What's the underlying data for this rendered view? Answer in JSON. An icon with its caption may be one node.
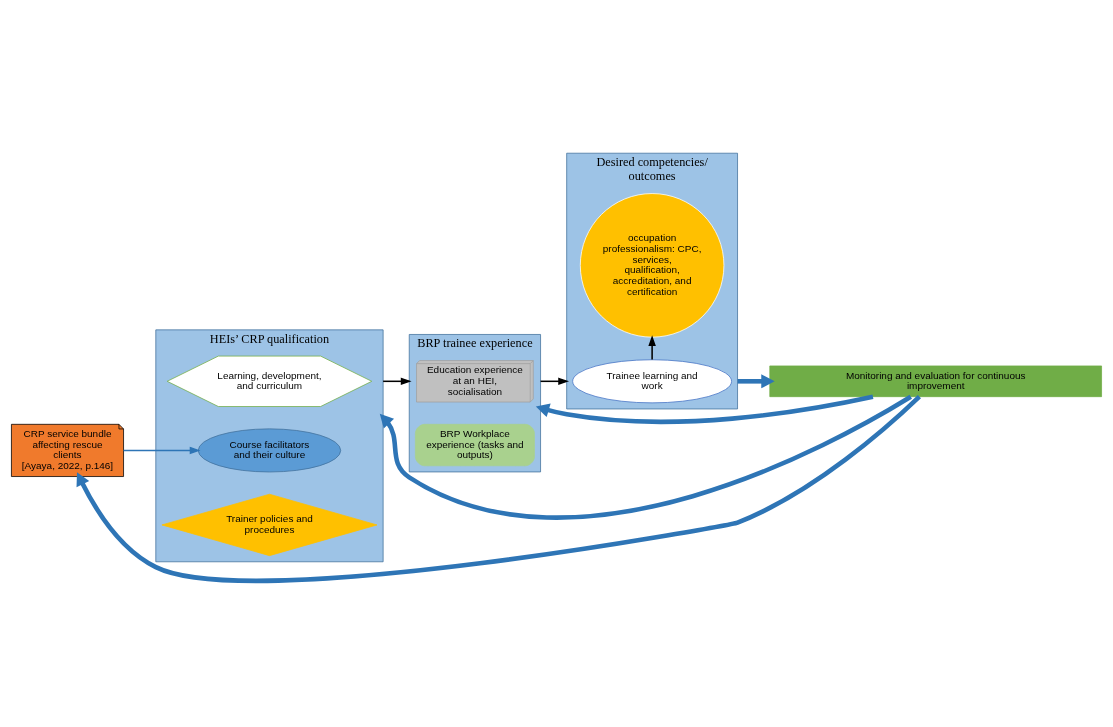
{
  "diagram": {
    "nodes": [
      {
        "text": [
          "CRP service bundle affecting rescue clients",
          "[Ayaya, 2022, p.146]"
        ]
      },
      {
        "text": [
          "HEIs’ CRP qualification"
        ]
      },
      {
        "text": [
          "Learning, development, and curriculum"
        ],
        "in": 1
      },
      {
        "text": [
          "Course facilitators and their culture"
        ],
        "in": 1
      },
      {
        "text": [
          "Trainer policies and procedures"
        ],
        "in": 1
      },
      {
        "text": [
          "BRP trainee experience"
        ]
      },
      {
        "text": [
          "Education experience at an HEI, socialisation"
        ],
        "in": 5
      },
      {
        "text": [
          "BRP Workplace experience (tasks and outputs)"
        ],
        "in": 5
      },
      {
        "text": [
          "Desired competencies/ outcomes"
        ]
      },
      {
        "text": [
          "Trainee learning and work"
        ],
        "in": 8
      },
      {
        "text": [
          "occupation professionalism: CPC, services, qualification, accreditation, and certification"
        ],
        "in": 8
      },
      {
        "text": [
          "Monitoring and evaluation for continuous improvement"
        ]
      }
    ],
    "edges": [
      {
        "from": 0,
        "to": 3,
        "arrow": "to"
      },
      {
        "from": 1,
        "to": 5,
        "arrow": "to",
        "color": "#000000"
      },
      {
        "from": 5,
        "to": 8,
        "arrow": "to",
        "color": "#000000"
      },
      {
        "from": 9,
        "to": 10,
        "arrow": "to",
        "color": "#000000"
      },
      {
        "from": 8,
        "to": 11,
        "arrow": "to",
        "style": "thick"
      },
      {
        "from": 11,
        "to": 1,
        "arrow": "to",
        "style": "thick"
      },
      {
        "from": 11,
        "to": 5,
        "arrow": "to",
        "style": "thick"
      },
      {
        "from": 11,
        "to": 0,
        "arrow": "to",
        "style": "thick"
      }
    ]
  }
}
